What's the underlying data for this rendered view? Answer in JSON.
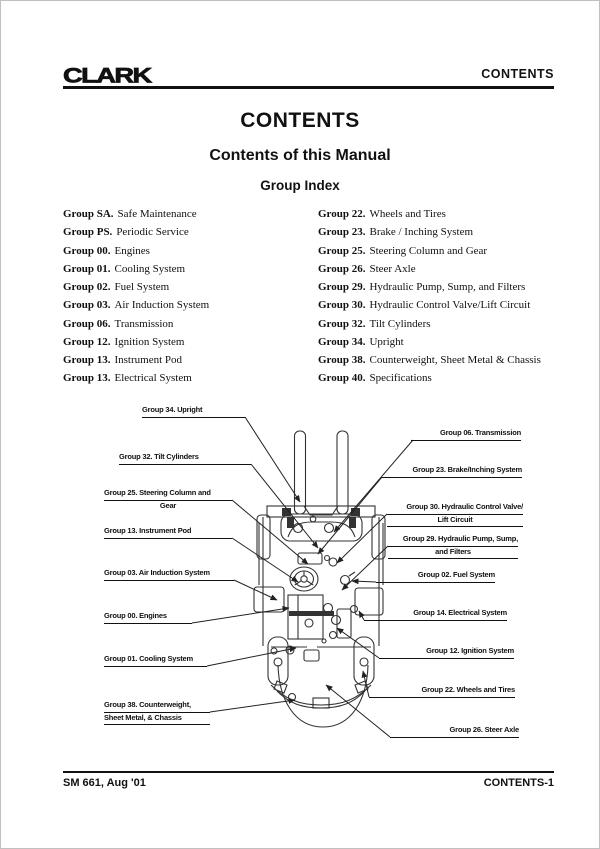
{
  "header": {
    "logo": "CLARK",
    "right_label": "CONTENTS"
  },
  "titles": {
    "main": "CONTENTS",
    "sub": "Contents of this Manual",
    "index": "Group Index"
  },
  "group_index": {
    "left": [
      {
        "group": "Group SA.",
        "name": "Safe Maintenance"
      },
      {
        "group": "Group PS.",
        "name": "Periodic Service"
      },
      {
        "group": "Group 00.",
        "name": "Engines"
      },
      {
        "group": "Group 01.",
        "name": "Cooling System"
      },
      {
        "group": "Group 02.",
        "name": "Fuel System"
      },
      {
        "group": "Group 03.",
        "name": "Air Induction System"
      },
      {
        "group": "Group 06.",
        "name": "Transmission"
      },
      {
        "group": "Group 12.",
        "name": "Ignition System"
      },
      {
        "group": "Group 13.",
        "name": "Instrument Pod"
      },
      {
        "group": "Group 13.",
        "name": "Electrical System"
      }
    ],
    "right": [
      {
        "group": "Group 22.",
        "name": "Wheels and Tires"
      },
      {
        "group": "Group 23.",
        "name": "Brake / Inching System"
      },
      {
        "group": "Group 25.",
        "name": "Steering Column and Gear"
      },
      {
        "group": "Group 26.",
        "name": "Steer Axle"
      },
      {
        "group": "Group 29.",
        "name": "Hydraulic Pump, Sump, and Filters"
      },
      {
        "group": "Group 30.",
        "name": "Hydraulic Control Valve/Lift Circuit"
      },
      {
        "group": "Group 32.",
        "name": "Tilt Cylinders"
      },
      {
        "group": "Group 34.",
        "name": "Upright"
      },
      {
        "group": "Group 38.",
        "name": "Counterweight, Sheet Metal & Chassis"
      },
      {
        "group": "Group 40.",
        "name": "Specifications"
      }
    ]
  },
  "diagram": {
    "labels": [
      {
        "line1": "Group 34. Upright",
        "line2": null
      },
      {
        "line1": "Group 32. Tilt Cylinders",
        "line2": null
      },
      {
        "line1": "Group 25. Steering Column and",
        "line2": "Gear"
      },
      {
        "line1": "Group 13. Instrument Pod",
        "line2": null
      },
      {
        "line1": "Group 03. Air Induction System",
        "line2": null
      },
      {
        "line1": "Group 00. Engines",
        "line2": null
      },
      {
        "line1": "Group 01. Cooling System",
        "line2": null
      },
      {
        "line1": "Group 38. Counterweight,",
        "line2": "Sheet Metal, & Chassis"
      },
      {
        "line1": "Group 06. Transmission",
        "line2": null
      },
      {
        "line1": "Group 23. Brake/Inching System",
        "line2": null
      },
      {
        "line1": "Group 30. Hydraulic Control Valve/",
        "line2": "Lift Circuit"
      },
      {
        "line1": "Group 29. Hydraulic Pump, Sump,",
        "line2": "and Filters"
      },
      {
        "line1": "Group 02. Fuel System",
        "line2": null
      },
      {
        "line1": "Group 14. Electrical System",
        "line2": null
      },
      {
        "line1": "Group 12. Ignition System",
        "line2": null
      },
      {
        "line1": "Group 22. Wheels and Tires",
        "line2": null
      },
      {
        "line1": "Group 26. Steer Axle",
        "line2": null
      }
    ]
  },
  "footer": {
    "left": "SM 661, Aug '01",
    "right": "CONTENTS-1"
  },
  "colors": {
    "ink": "#111111",
    "paper": "#ffffff"
  }
}
